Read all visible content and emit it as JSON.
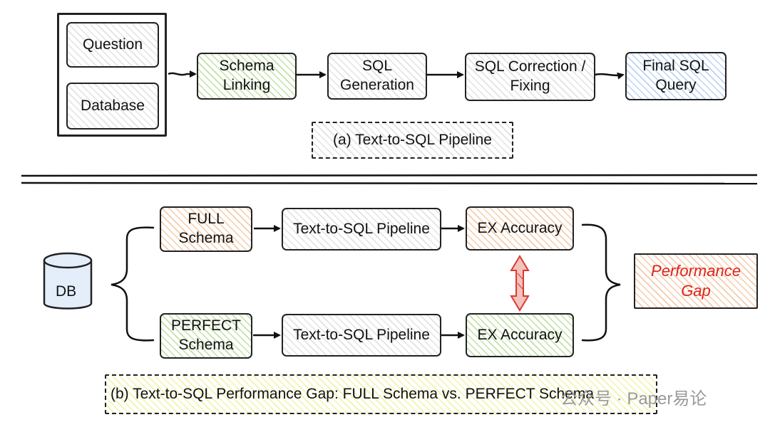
{
  "pipeline": {
    "inputs": {
      "question": "Question",
      "database": "Database"
    },
    "steps": [
      "Schema\nLinking",
      "SQL\nGeneration",
      "SQL Correction /\nFixing",
      "Final SQL\nQuery"
    ],
    "caption": "(a) Text-to-SQL Pipeline"
  },
  "gap": {
    "db_label": "DB",
    "top": {
      "schema": "FULL\nSchema",
      "pipeline": "Text-to-SQL Pipeline",
      "metric": "EX Accuracy"
    },
    "bottom": {
      "schema": "PERFECT\nSchema",
      "pipeline": "Text-to-SQL Pipeline",
      "metric": "EX Accuracy"
    },
    "result": "Performance\nGap",
    "caption": "(b) Text-to-SQL Performance Gap: FULL Schema vs. PERFECT Schema"
  },
  "watermark": {
    "text": "公众号 · Paper易论"
  },
  "colors": {
    "stroke": "#222222",
    "green": "#8cc85a",
    "blue": "#78aae6",
    "orange": "#eba064",
    "yellow": "#ebeb6e",
    "gap_text": "#e0241b",
    "double_arrow": "#d93a32"
  }
}
